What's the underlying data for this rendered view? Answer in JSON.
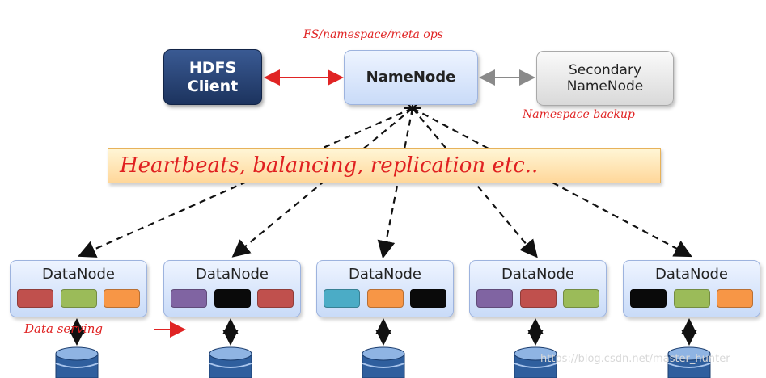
{
  "nodes": {
    "client": "HDFS\nClient",
    "namenode": "NameNode",
    "secondary": "Secondary\nNameNode"
  },
  "annotations": {
    "fs_ops": "FS/namespace/meta ops",
    "namespace_backup": "Namespace backup",
    "heartbeats": "Heartbeats, balancing, replication etc..",
    "data_serving": "Data serving"
  },
  "datanode_label": "DataNode",
  "datanodes": [
    {
      "blocks": [
        "red",
        "green",
        "orange"
      ]
    },
    {
      "blocks": [
        "purple",
        "black",
        "red"
      ]
    },
    {
      "blocks": [
        "teal",
        "orange",
        "black"
      ]
    },
    {
      "blocks": [
        "purple",
        "red",
        "green"
      ]
    },
    {
      "blocks": [
        "black",
        "green",
        "orange"
      ]
    }
  ],
  "block_colors": {
    "red": "#c0504d",
    "green": "#9bbb59",
    "orange": "#f79646",
    "purple": "#8064a2",
    "black": "#0a0a0a",
    "teal": "#4bacc6"
  },
  "watermark": "https://blog.csdn.net/master_hunter"
}
